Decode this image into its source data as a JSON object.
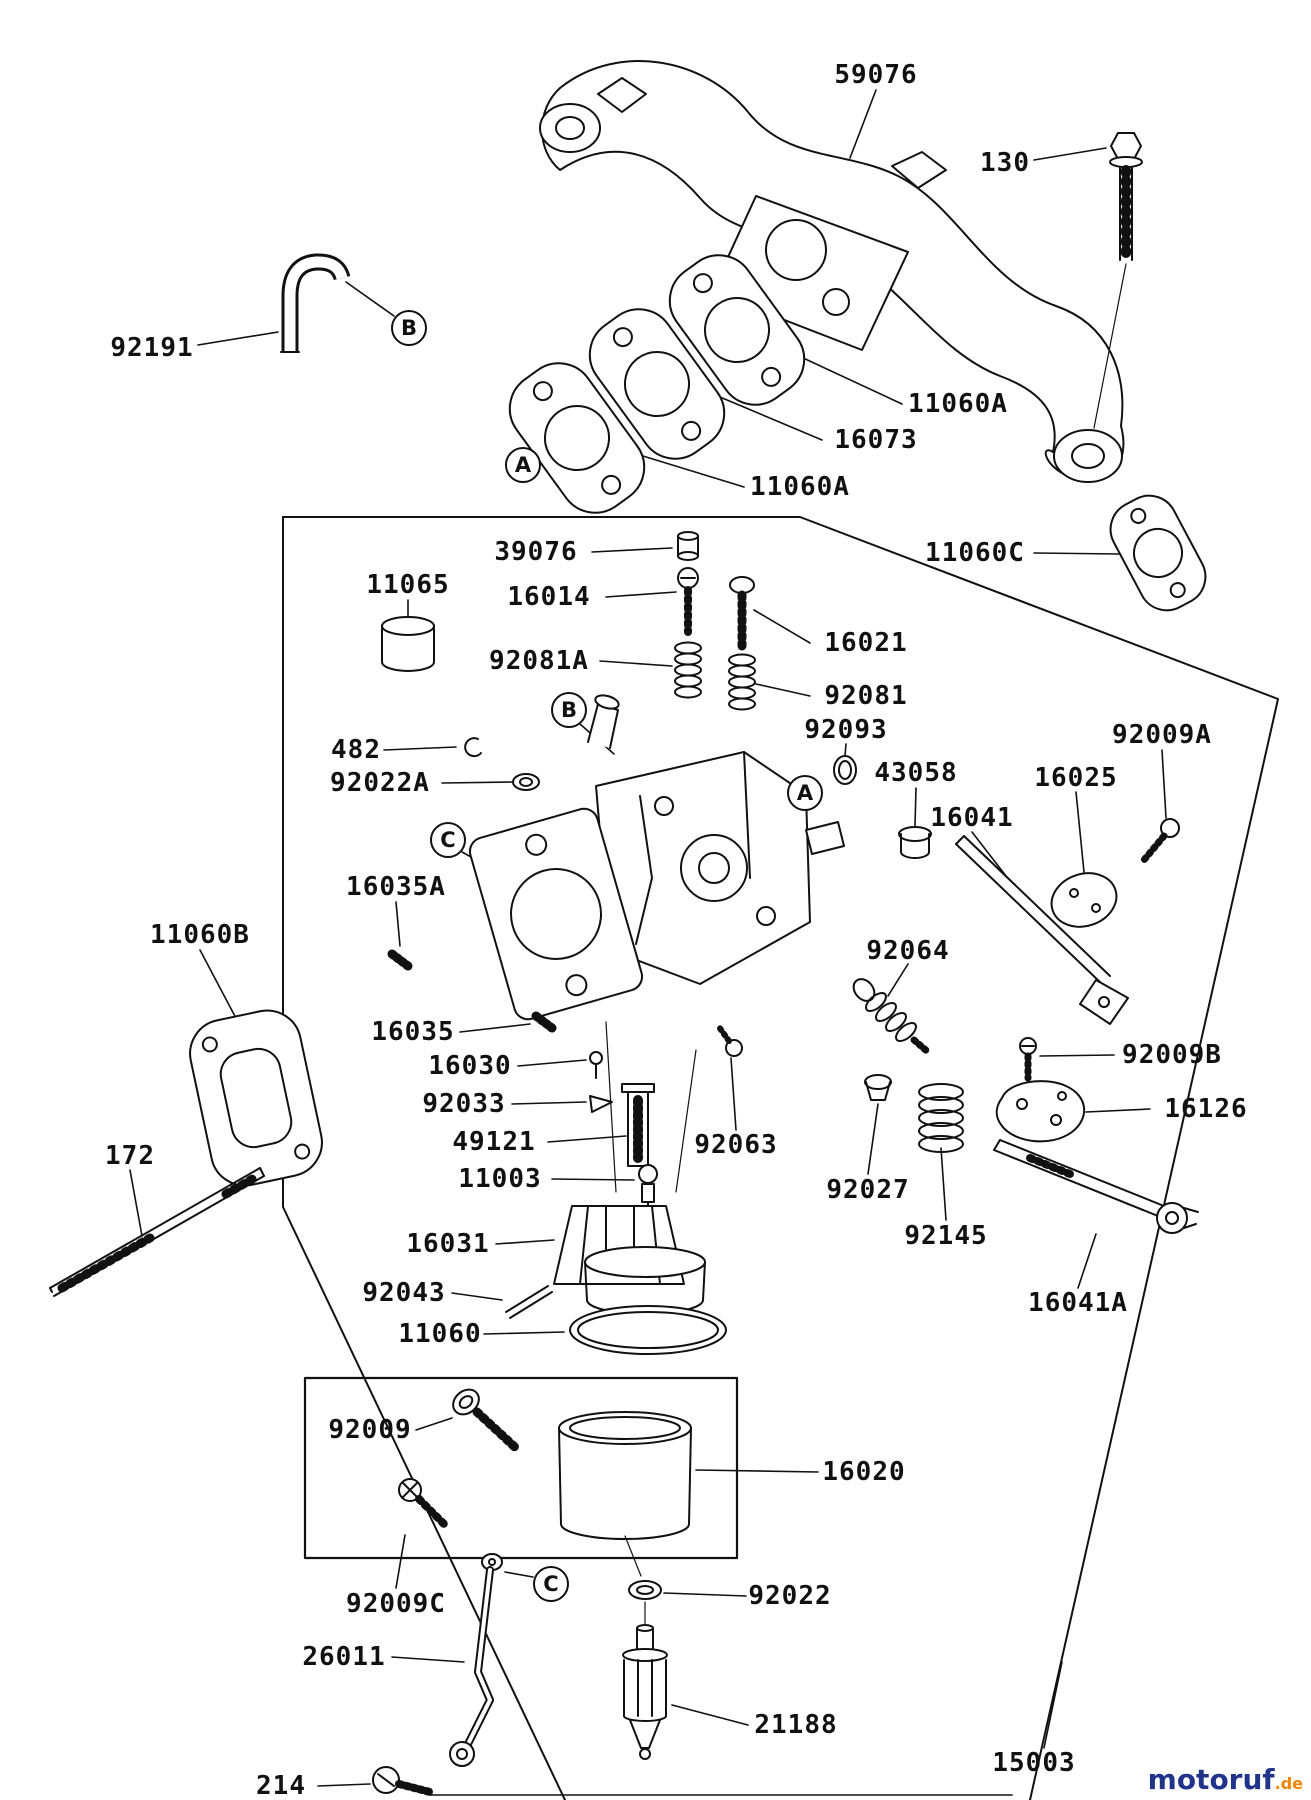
{
  "page": {
    "background": "#ffffff",
    "line_color": "#111111"
  },
  "watermark": {
    "brand": "motoruf",
    "tld": ".de",
    "brand_color": "#20348c",
    "tld_color": "#f08300"
  },
  "diagram": {
    "part_labels": [
      {
        "id": "59076",
        "text": "59076"
      },
      {
        "id": "130",
        "text": "130"
      },
      {
        "id": "92191",
        "text": "92191"
      },
      {
        "id": "11060A-1",
        "text": "11060A"
      },
      {
        "id": "16073",
        "text": "16073"
      },
      {
        "id": "11060A-2",
        "text": "11060A"
      },
      {
        "id": "11060C",
        "text": "11060C"
      },
      {
        "id": "39076",
        "text": "39076"
      },
      {
        "id": "16014",
        "text": "16014"
      },
      {
        "id": "11065",
        "text": "11065"
      },
      {
        "id": "92081A",
        "text": "92081A"
      },
      {
        "id": "16021",
        "text": "16021"
      },
      {
        "id": "92081",
        "text": "92081"
      },
      {
        "id": "92093",
        "text": "92093"
      },
      {
        "id": "482",
        "text": "482"
      },
      {
        "id": "92022A",
        "text": "92022A"
      },
      {
        "id": "43058",
        "text": "43058"
      },
      {
        "id": "16041",
        "text": "16041"
      },
      {
        "id": "16025",
        "text": "16025"
      },
      {
        "id": "92009A",
        "text": "92009A"
      },
      {
        "id": "16035A",
        "text": "16035A"
      },
      {
        "id": "11060B",
        "text": "11060B"
      },
      {
        "id": "92064",
        "text": "92064"
      },
      {
        "id": "16035",
        "text": "16035"
      },
      {
        "id": "16030",
        "text": "16030"
      },
      {
        "id": "92033",
        "text": "92033"
      },
      {
        "id": "49121",
        "text": "49121"
      },
      {
        "id": "92063",
        "text": "92063"
      },
      {
        "id": "11003",
        "text": "11003"
      },
      {
        "id": "92009B",
        "text": "92009B"
      },
      {
        "id": "16126",
        "text": "16126"
      },
      {
        "id": "92027",
        "text": "92027"
      },
      {
        "id": "92145",
        "text": "92145"
      },
      {
        "id": "172",
        "text": "172"
      },
      {
        "id": "16031",
        "text": "16031"
      },
      {
        "id": "92043",
        "text": "92043"
      },
      {
        "id": "11060",
        "text": "11060"
      },
      {
        "id": "16041A",
        "text": "16041A"
      },
      {
        "id": "92009",
        "text": "92009"
      },
      {
        "id": "16020",
        "text": "16020"
      },
      {
        "id": "92009C",
        "text": "92009C"
      },
      {
        "id": "92022",
        "text": "92022"
      },
      {
        "id": "26011",
        "text": "26011"
      },
      {
        "id": "21188",
        "text": "21188"
      },
      {
        "id": "214",
        "text": "214"
      },
      {
        "id": "15003",
        "text": "15003"
      }
    ],
    "ref_markers": [
      {
        "id": "B-tube",
        "text": "B"
      },
      {
        "id": "A-gasket",
        "text": "A"
      },
      {
        "id": "B-carb",
        "text": "B"
      },
      {
        "id": "A-carb",
        "text": "A"
      },
      {
        "id": "C-carb",
        "text": "C"
      },
      {
        "id": "C-bowl",
        "text": "C"
      }
    ]
  }
}
